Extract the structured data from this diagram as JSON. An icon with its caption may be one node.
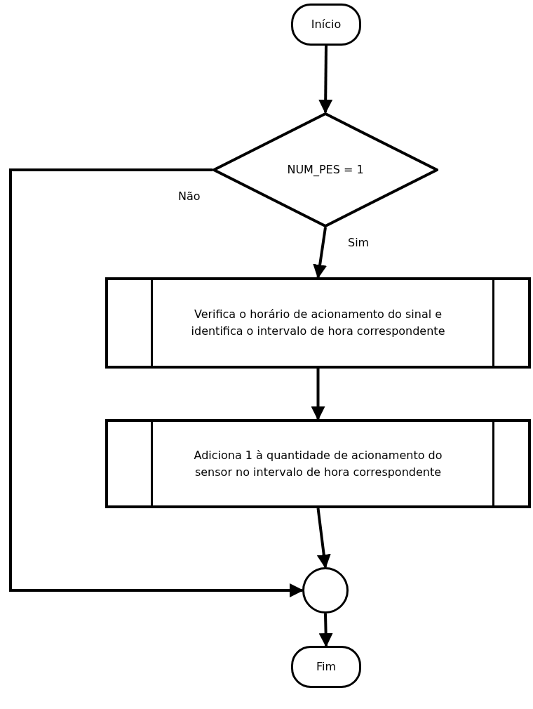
{
  "diagram": {
    "nodes": [
      {
        "text": [
          "Início"
        ]
      },
      {
        "text": [
          "NUM_PES = 1"
        ]
      },
      {
        "text": [
          "Verifica o horário de acionamento do sinal e identifica o intervalo de hora correspondente"
        ]
      },
      {
        "text": [
          "Adiciona 1 à quantidade de acionamento do sensor no intervalo de hora correspondente"
        ]
      },
      {
        "text": [],
        "shape": "circle"
      },
      {
        "text": [
          "Fim"
        ]
      }
    ],
    "edges": [
      {
        "from": 0,
        "to": 1,
        "arrow": "to"
      },
      {
        "from": 1,
        "to": 4,
        "arrow": "to",
        "label": "Não"
      },
      {
        "from": 1,
        "to": 2,
        "arrow": "to",
        "label": "Sim"
      },
      {
        "from": 2,
        "to": 3,
        "arrow": "to"
      },
      {
        "from": 3,
        "to": 4,
        "arrow": "to"
      },
      {
        "from": 4,
        "to": 5,
        "arrow": "to"
      }
    ]
  }
}
